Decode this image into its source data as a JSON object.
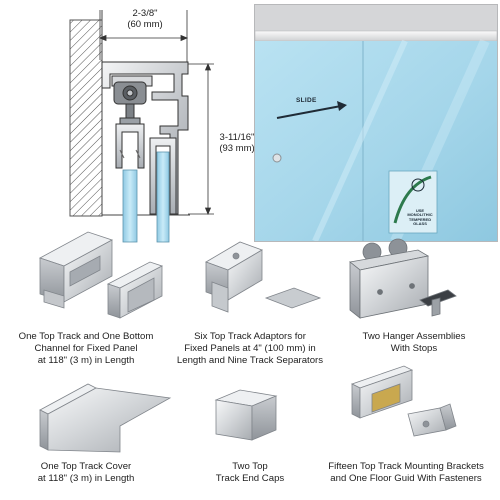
{
  "diagram": {
    "dimensions": {
      "width_label": "2-3/8\"\n(60 mm)",
      "height_label": "3-11/16\"\n(93 mm)"
    },
    "photo": {
      "arrow_label": "SLIDE",
      "decal_text": "USE\nMONOLITHIC\nTEMPERED\nGLASS",
      "glass_color": "#a9d8ec"
    }
  },
  "components": [
    {
      "caption": "One Top Track  and One Bottom\nChannel for Fixed Panel\nat 118\" (3 m) in Length"
    },
    {
      "caption": "Six Top Track Adaptors for\nFixed Panels at 4\" (100 mm) in\nLength and Nine Track Separators"
    },
    {
      "caption": "Two Hanger Assemblies\nWith Stops"
    },
    {
      "caption": "One Top Track Cover\nat 118\" (3 m) in Length"
    },
    {
      "caption": "Two Top\nTrack End Caps"
    },
    {
      "caption": "Fifteen Top Track Mounting Brackets\nand One Floor Guid With Fasteners"
    }
  ]
}
